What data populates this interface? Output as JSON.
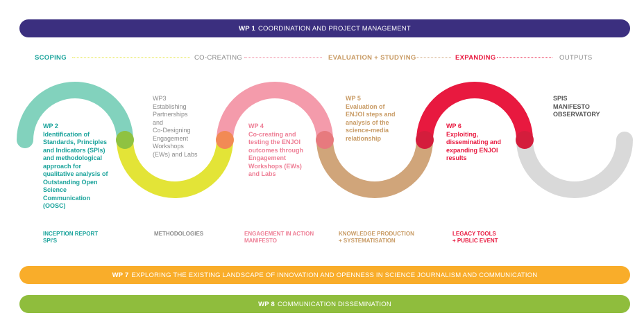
{
  "bars": {
    "wp1": {
      "num": "WP 1",
      "text": "COORDINATION AND PROJECT MANAGEMENT"
    },
    "wp7": {
      "num": "WP 7",
      "text": "EXPLORING THE EXISTING LANDSCAPE OF INNOVATION AND OPENNESS IN SCIENCE JOURNALISM AND COMMUNICATION"
    },
    "wp8": {
      "num": "WP 8",
      "text": "COMMUNICATION DISSEMINATION"
    }
  },
  "phases": {
    "scoping": "SCOPING",
    "cocreating": "CO-CREATING",
    "evaluation": "EVALUATION + STUDYING",
    "expanding": "EXPANDING",
    "outputs": "OUTPUTS"
  },
  "workpackages": {
    "wp2": {
      "num": "WP 2",
      "lines": [
        "Identification of",
        "Standards, Principles",
        "and Indicators (SPIs)",
        "and methodological",
        "approach for",
        "qualitative analysis of",
        "Outstanding Open",
        "Science",
        "Communication",
        "(OOSC)"
      ]
    },
    "wp3": {
      "lines": [
        "WP3",
        "Establishing",
        "Partnerships",
        "and",
        "Co-Designing",
        "Engagement",
        "Workshops",
        "(EWs) and Labs"
      ]
    },
    "wp4": {
      "num": "WP 4",
      "lines": [
        "Co-creating and",
        "testing the ENJOI",
        "outcomes through",
        "Engagement",
        "Workshops (EWs)",
        "and Labs"
      ]
    },
    "wp5": {
      "num": "WP 5",
      "lines": [
        "Evaluation of",
        "ENJOI steps and",
        "analysis of the",
        "science-media",
        "relationship"
      ]
    },
    "wp6": {
      "num": "WP 6",
      "lines": [
        "Exploiting,",
        "disseminating and",
        "expanding ENJOI",
        "results"
      ]
    },
    "final": {
      "lines": [
        "SPIS",
        "MANIFESTO",
        "OBSERVATORY"
      ]
    }
  },
  "outputs": {
    "o1": [
      "INCEPTION REPORT",
      "SPI'S"
    ],
    "o2": [
      "METHODOLOGIES"
    ],
    "o3": [
      "ENGAGEMENT IN ACTION",
      "MANIFESTO"
    ],
    "o4": [
      "KNOWLEDGE PRODUCTION",
      "+ SYSTEMATISATION"
    ],
    "o5": [
      "LEGACY TOOLS",
      "+ PUBLIC EVENT"
    ]
  },
  "colors": {
    "teal": "#1aa39b",
    "tealLight": "#82d2bd",
    "yellow": "#e3e437",
    "green": "#8fc241",
    "pink": "#f49bab",
    "pinkText": "#ee7f96",
    "orange": "#f28a55",
    "tan": "#d0a57a",
    "tanText": "#c89a63",
    "red": "#e8193f",
    "gray": "#d9d9d9",
    "grayText": "#555555",
    "navy": "#3b2f7f"
  }
}
